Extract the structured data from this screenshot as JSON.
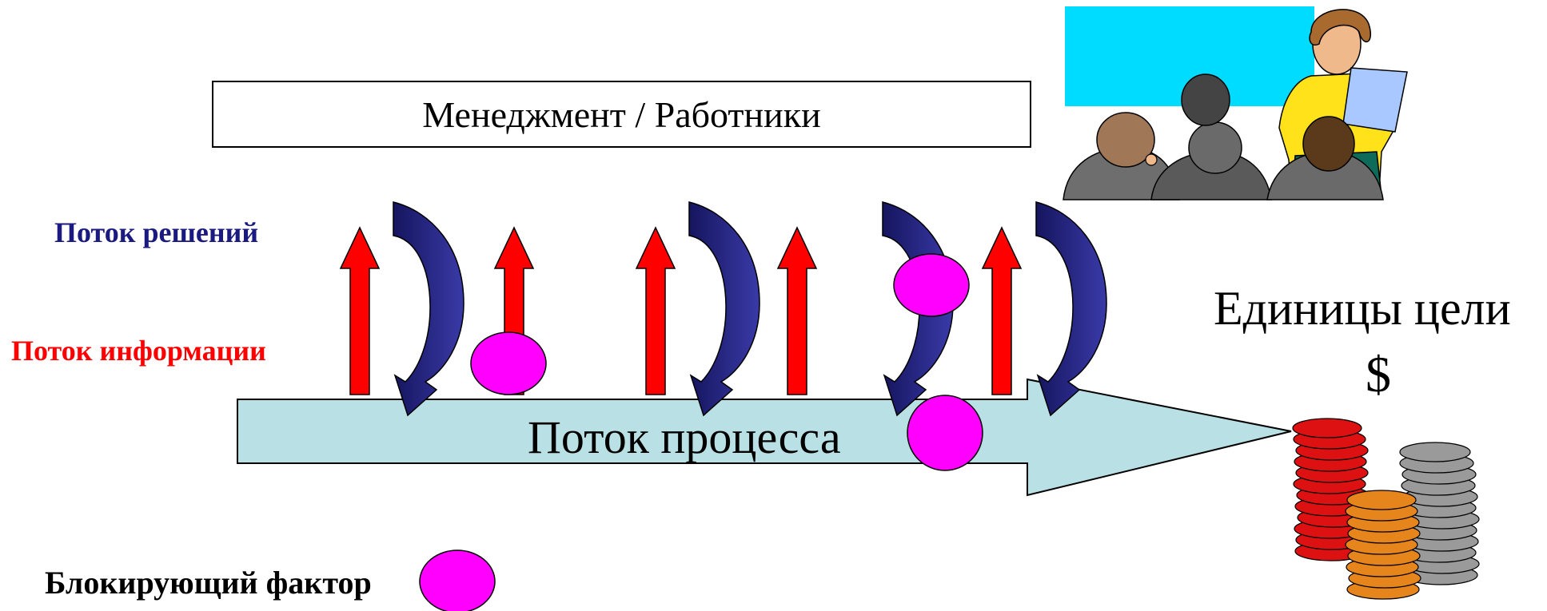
{
  "management_box": {
    "label": "Менеджмент / Работники"
  },
  "labels": {
    "decisions_flow": "Поток решений",
    "information_flow": "Поток информации",
    "process_flow": "Поток процесса",
    "goal_units": "Единицы цели",
    "dollar": "$",
    "blocking_factor": "Блокирующий фактор"
  },
  "colors": {
    "decisions": "#1a1a80",
    "information": "#ff0000",
    "blocking": "#ff00ff",
    "process": "#b9e0e4",
    "coins_red": "#dd1111",
    "coins_orange": "#e6851c",
    "coins_gray": "#9a9a9a"
  },
  "icons": [
    "meeting-clipart-icon",
    "coin-stacks-icon",
    "blocking-circle-icon"
  ]
}
